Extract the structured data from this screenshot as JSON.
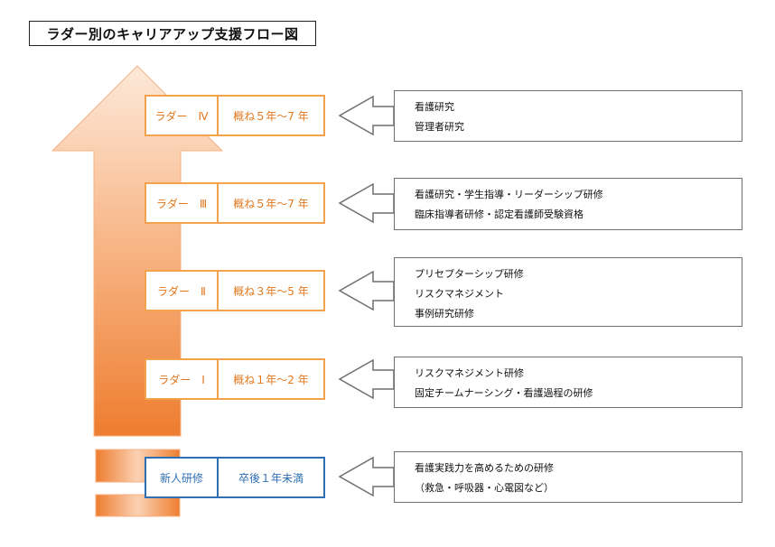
{
  "title": "ラダー別のキャリアアップ支援フロー図",
  "colors": {
    "ladder_orange": "#f4a24b",
    "ladder_text_orange": "#e2761b",
    "new_hire_blue": "#2f6fb5",
    "arrow_gradient_top": "#fde9da",
    "arrow_gradient_bottom": "#ee7d2f",
    "box_border": "#6f6f6f"
  },
  "ladders": [
    {
      "level": "ラダー　Ⅳ",
      "period": "概ね５年～7 年",
      "items": [
        "看護研究",
        "管理者研究"
      ]
    },
    {
      "level": "ラダー　Ⅲ",
      "period": "概ね５年～7 年",
      "items": [
        "看護研究・学生指導・リーダーシップ研修",
        "臨床指導者研修・認定看護師受験資格"
      ]
    },
    {
      "level": "ラダー　Ⅱ",
      "period": "概ね３年～5 年",
      "items": [
        "プリセプターシップ研修",
        "リスクマネジメント",
        "事例研究研修"
      ]
    },
    {
      "level": "ラダー　Ⅰ",
      "period": "概ね１年～2 年",
      "items": [
        "リスクマネジメント研修",
        "固定チームナーシング・看護過程の研修"
      ]
    },
    {
      "level": "新人研修",
      "period": "卒後１年未満",
      "items": [
        "看護実践力を高めるための研修",
        "（救急・呼吸器・心電図など）"
      ]
    }
  ]
}
